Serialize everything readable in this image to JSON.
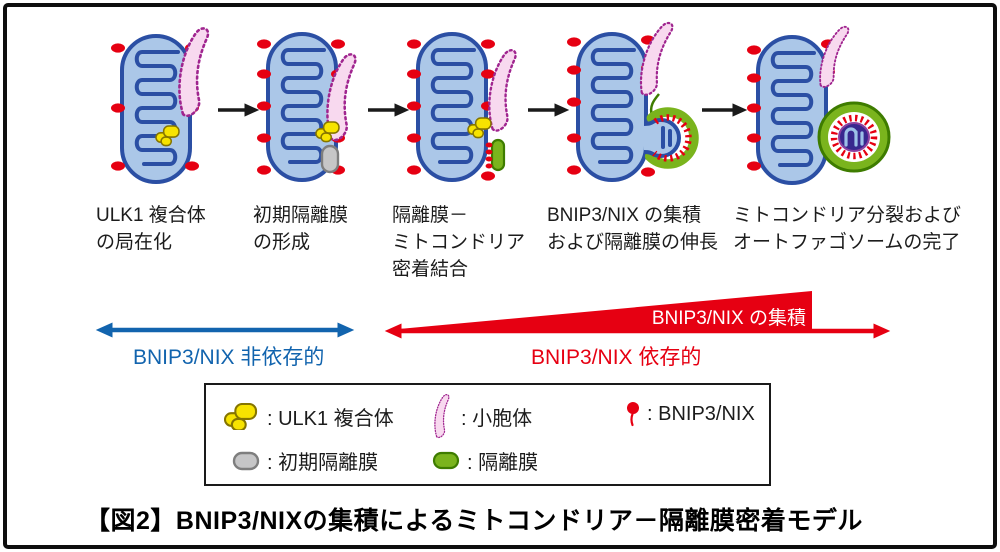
{
  "figure_title": "【図2】BNIP3/NIXの集積によるミトコンドリア－隔離膜密着モデル",
  "stages": [
    {
      "label_lines": [
        "ULK1 複合体",
        "の局在化"
      ]
    },
    {
      "label_lines": [
        "初期隔離膜",
        "の形成"
      ]
    },
    {
      "label_lines": [
        "隔離膜－",
        "ミトコンドリア",
        "密着結合"
      ]
    },
    {
      "label_lines": [
        "BNIP3/NIX の集積",
        "および隔離膜の伸長"
      ]
    },
    {
      "label_lines": [
        "ミトコンドリア分裂および",
        "オートファゴソームの完了"
      ]
    }
  ],
  "axis_annotations": {
    "independent": "BNIP3/NIX 非依存的",
    "dependent": "BNIP3/NIX 依存的",
    "accumulation": "BNIP3/NIX の集積"
  },
  "legend": {
    "items": [
      {
        "icon": "ulk1-complex-icon",
        "label": ": ULK1 複合体"
      },
      {
        "icon": "er-icon",
        "label": ": 小胞体"
      },
      {
        "icon": "bnip3-nix-icon",
        "label": ": BNIP3/NIX"
      },
      {
        "icon": "initial-isolation-membrane-icon",
        "label": ": 初期隔離膜"
      },
      {
        "icon": "isolation-membrane-icon",
        "label": ": 隔離膜"
      }
    ]
  },
  "colors": {
    "bnip3_red": "#e60012",
    "independent_blue": "#1264ae",
    "isolation_green": "#7ab41d",
    "ulk1_yellow": "#f7e300",
    "initial_membrane_gray": "#c6c6c7",
    "mito_fill": "#abc7e8",
    "mito_outline": "#2b4fa4",
    "er_fill": "#f8d9ef",
    "er_outline": "#a0258f"
  }
}
